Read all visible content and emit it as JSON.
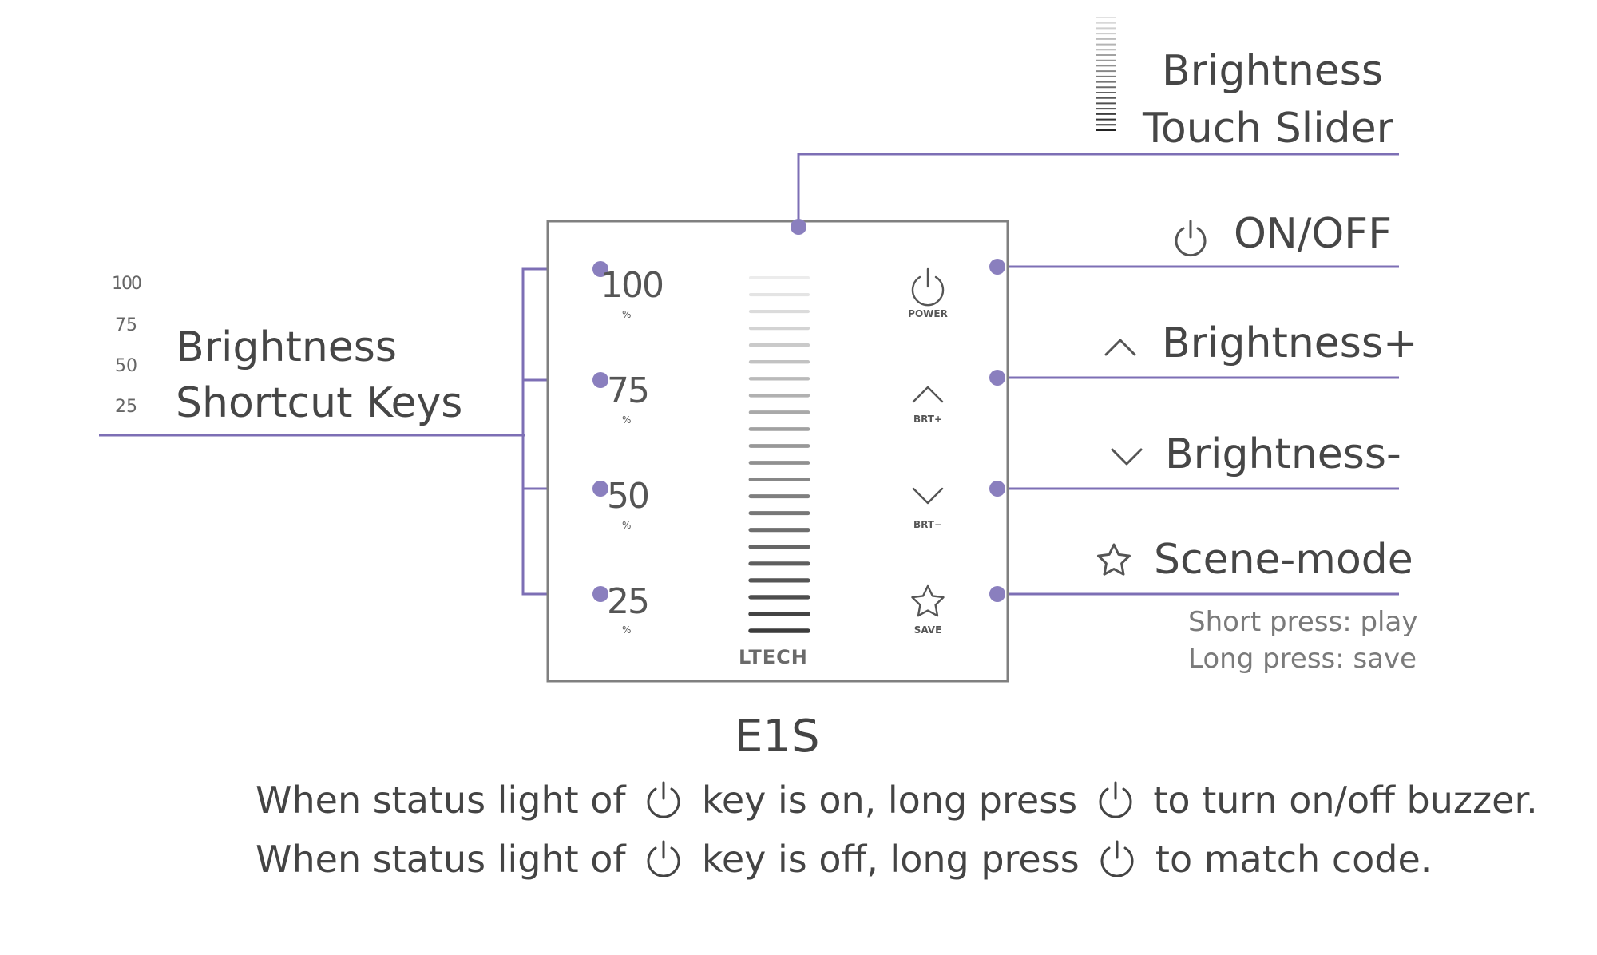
{
  "colors": {
    "accent": "#8a7fbe",
    "line": "#7d6fb5",
    "panel_border": "#808080",
    "text": "#444444"
  },
  "callouts": {
    "touch_slider": {
      "line1": "Brightness",
      "line2": "Touch Slider",
      "icon": "slider-icon"
    },
    "on_off": {
      "label": "ON/OFF",
      "icon": "power-icon"
    },
    "brightness_up": {
      "label": "Brightness+",
      "icon": "chevron-up-icon"
    },
    "brightness_down": {
      "label": "Brightness-",
      "icon": "chevron-down-icon"
    },
    "scene_mode": {
      "label": "Scene-mode",
      "icon": "star-icon",
      "short_press": "Short press: play",
      "long_press": "Long press: save"
    },
    "shortcut_keys": {
      "line1": "Brightness",
      "line2": "Shortcut Keys",
      "icon_values": [
        "100",
        "75",
        "50",
        "25"
      ]
    }
  },
  "panel": {
    "brand": "LTECH",
    "percent_keys": [
      {
        "value": "100",
        "unit": "%"
      },
      {
        "value": "75",
        "unit": "%"
      },
      {
        "value": "50",
        "unit": "%"
      },
      {
        "value": "25",
        "unit": "%"
      }
    ],
    "function_keys": [
      {
        "label": "POWER",
        "icon": "power-icon"
      },
      {
        "label": "BRT+",
        "icon": "chevron-up-icon"
      },
      {
        "label": "BRT−",
        "icon": "chevron-down-icon"
      },
      {
        "label": "SAVE",
        "icon": "star-icon"
      }
    ],
    "slider_segments": 22
  },
  "model": "E1S",
  "notes": {
    "line1": {
      "a": "When status light of",
      "b": "key is on, long press",
      "c": "to turn on/off buzzer."
    },
    "line2": {
      "a": "When status light of",
      "b": "key is off, long press",
      "c": "to match code."
    }
  }
}
